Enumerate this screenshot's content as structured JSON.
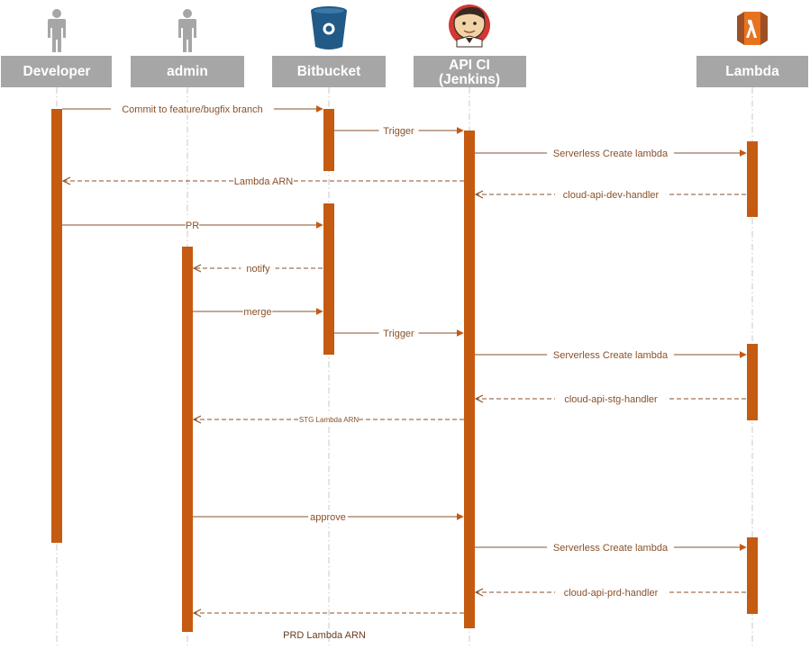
{
  "participants": [
    {
      "id": "developer",
      "label": "Developer",
      "icon": "person-icon"
    },
    {
      "id": "admin",
      "label": "admin",
      "icon": "person-icon"
    },
    {
      "id": "bitbucket",
      "label": "Bitbucket",
      "icon": "bitbucket-bucket-icon"
    },
    {
      "id": "apici",
      "label": "API CI",
      "label2": "(Jenkins)",
      "icon": "jenkins-butler-icon"
    },
    {
      "id": "lambda",
      "label": "Lambda",
      "icon": "aws-lambda-icon"
    }
  ],
  "messages": [
    {
      "id": "msg-commit",
      "label": "Commit to feature/bugfix branch",
      "from": "developer",
      "to": "bitbucket",
      "type": "sync"
    },
    {
      "id": "msg-trigger-1",
      "label": "Trigger",
      "from": "bitbucket",
      "to": "apici",
      "type": "sync"
    },
    {
      "id": "msg-create-dev",
      "label": "Serverless Create lambda",
      "from": "apici",
      "to": "lambda",
      "type": "sync"
    },
    {
      "id": "msg-lambda-arn",
      "label": "Lambda ARN",
      "from": "apici",
      "to": "developer",
      "type": "return"
    },
    {
      "id": "msg-dev-handler",
      "label": "cloud-api-dev-handler",
      "from": "lambda",
      "to": "apici",
      "type": "return"
    },
    {
      "id": "msg-pr",
      "label": "PR",
      "from": "developer",
      "to": "bitbucket",
      "type": "sync"
    },
    {
      "id": "msg-notify",
      "label": "notify",
      "from": "bitbucket",
      "to": "admin",
      "type": "return"
    },
    {
      "id": "msg-merge",
      "label": "merge",
      "from": "admin",
      "to": "bitbucket",
      "type": "sync"
    },
    {
      "id": "msg-trigger-2",
      "label": "Trigger",
      "from": "bitbucket",
      "to": "apici",
      "type": "sync"
    },
    {
      "id": "msg-create-stg",
      "label": "Serverless Create lambda",
      "from": "apici",
      "to": "lambda",
      "type": "sync"
    },
    {
      "id": "msg-stg-handler",
      "label": "cloud-api-stg-handler",
      "from": "lambda",
      "to": "apici",
      "type": "return"
    },
    {
      "id": "msg-stg-arn",
      "label": "STG Lambda ARN",
      "from": "apici",
      "to": "admin",
      "type": "return",
      "small": true
    },
    {
      "id": "msg-approve",
      "label": "approve",
      "from": "admin",
      "to": "apici",
      "type": "sync"
    },
    {
      "id": "msg-create-prd",
      "label": "Serverless Create lambda",
      "from": "apici",
      "to": "lambda",
      "type": "sync"
    },
    {
      "id": "msg-prd-handler",
      "label": "cloud-api-prd-handler",
      "from": "lambda",
      "to": "apici",
      "type": "return"
    },
    {
      "id": "msg-prd-arn",
      "label": "",
      "from": "apici",
      "to": "admin",
      "type": "return"
    }
  ],
  "notes": [
    {
      "id": "note-prd-arn",
      "label": "PRD Lambda ARN"
    }
  ],
  "colors": {
    "header_bg": "#a6a6a6",
    "header_text": "#ffffff",
    "activation": "#c55a11",
    "message": "#8a5028",
    "lifeline": "#c8c8c8",
    "person": "#a6a6a6",
    "bitbucket": "#215a87",
    "lambda": "#e8731f"
  }
}
